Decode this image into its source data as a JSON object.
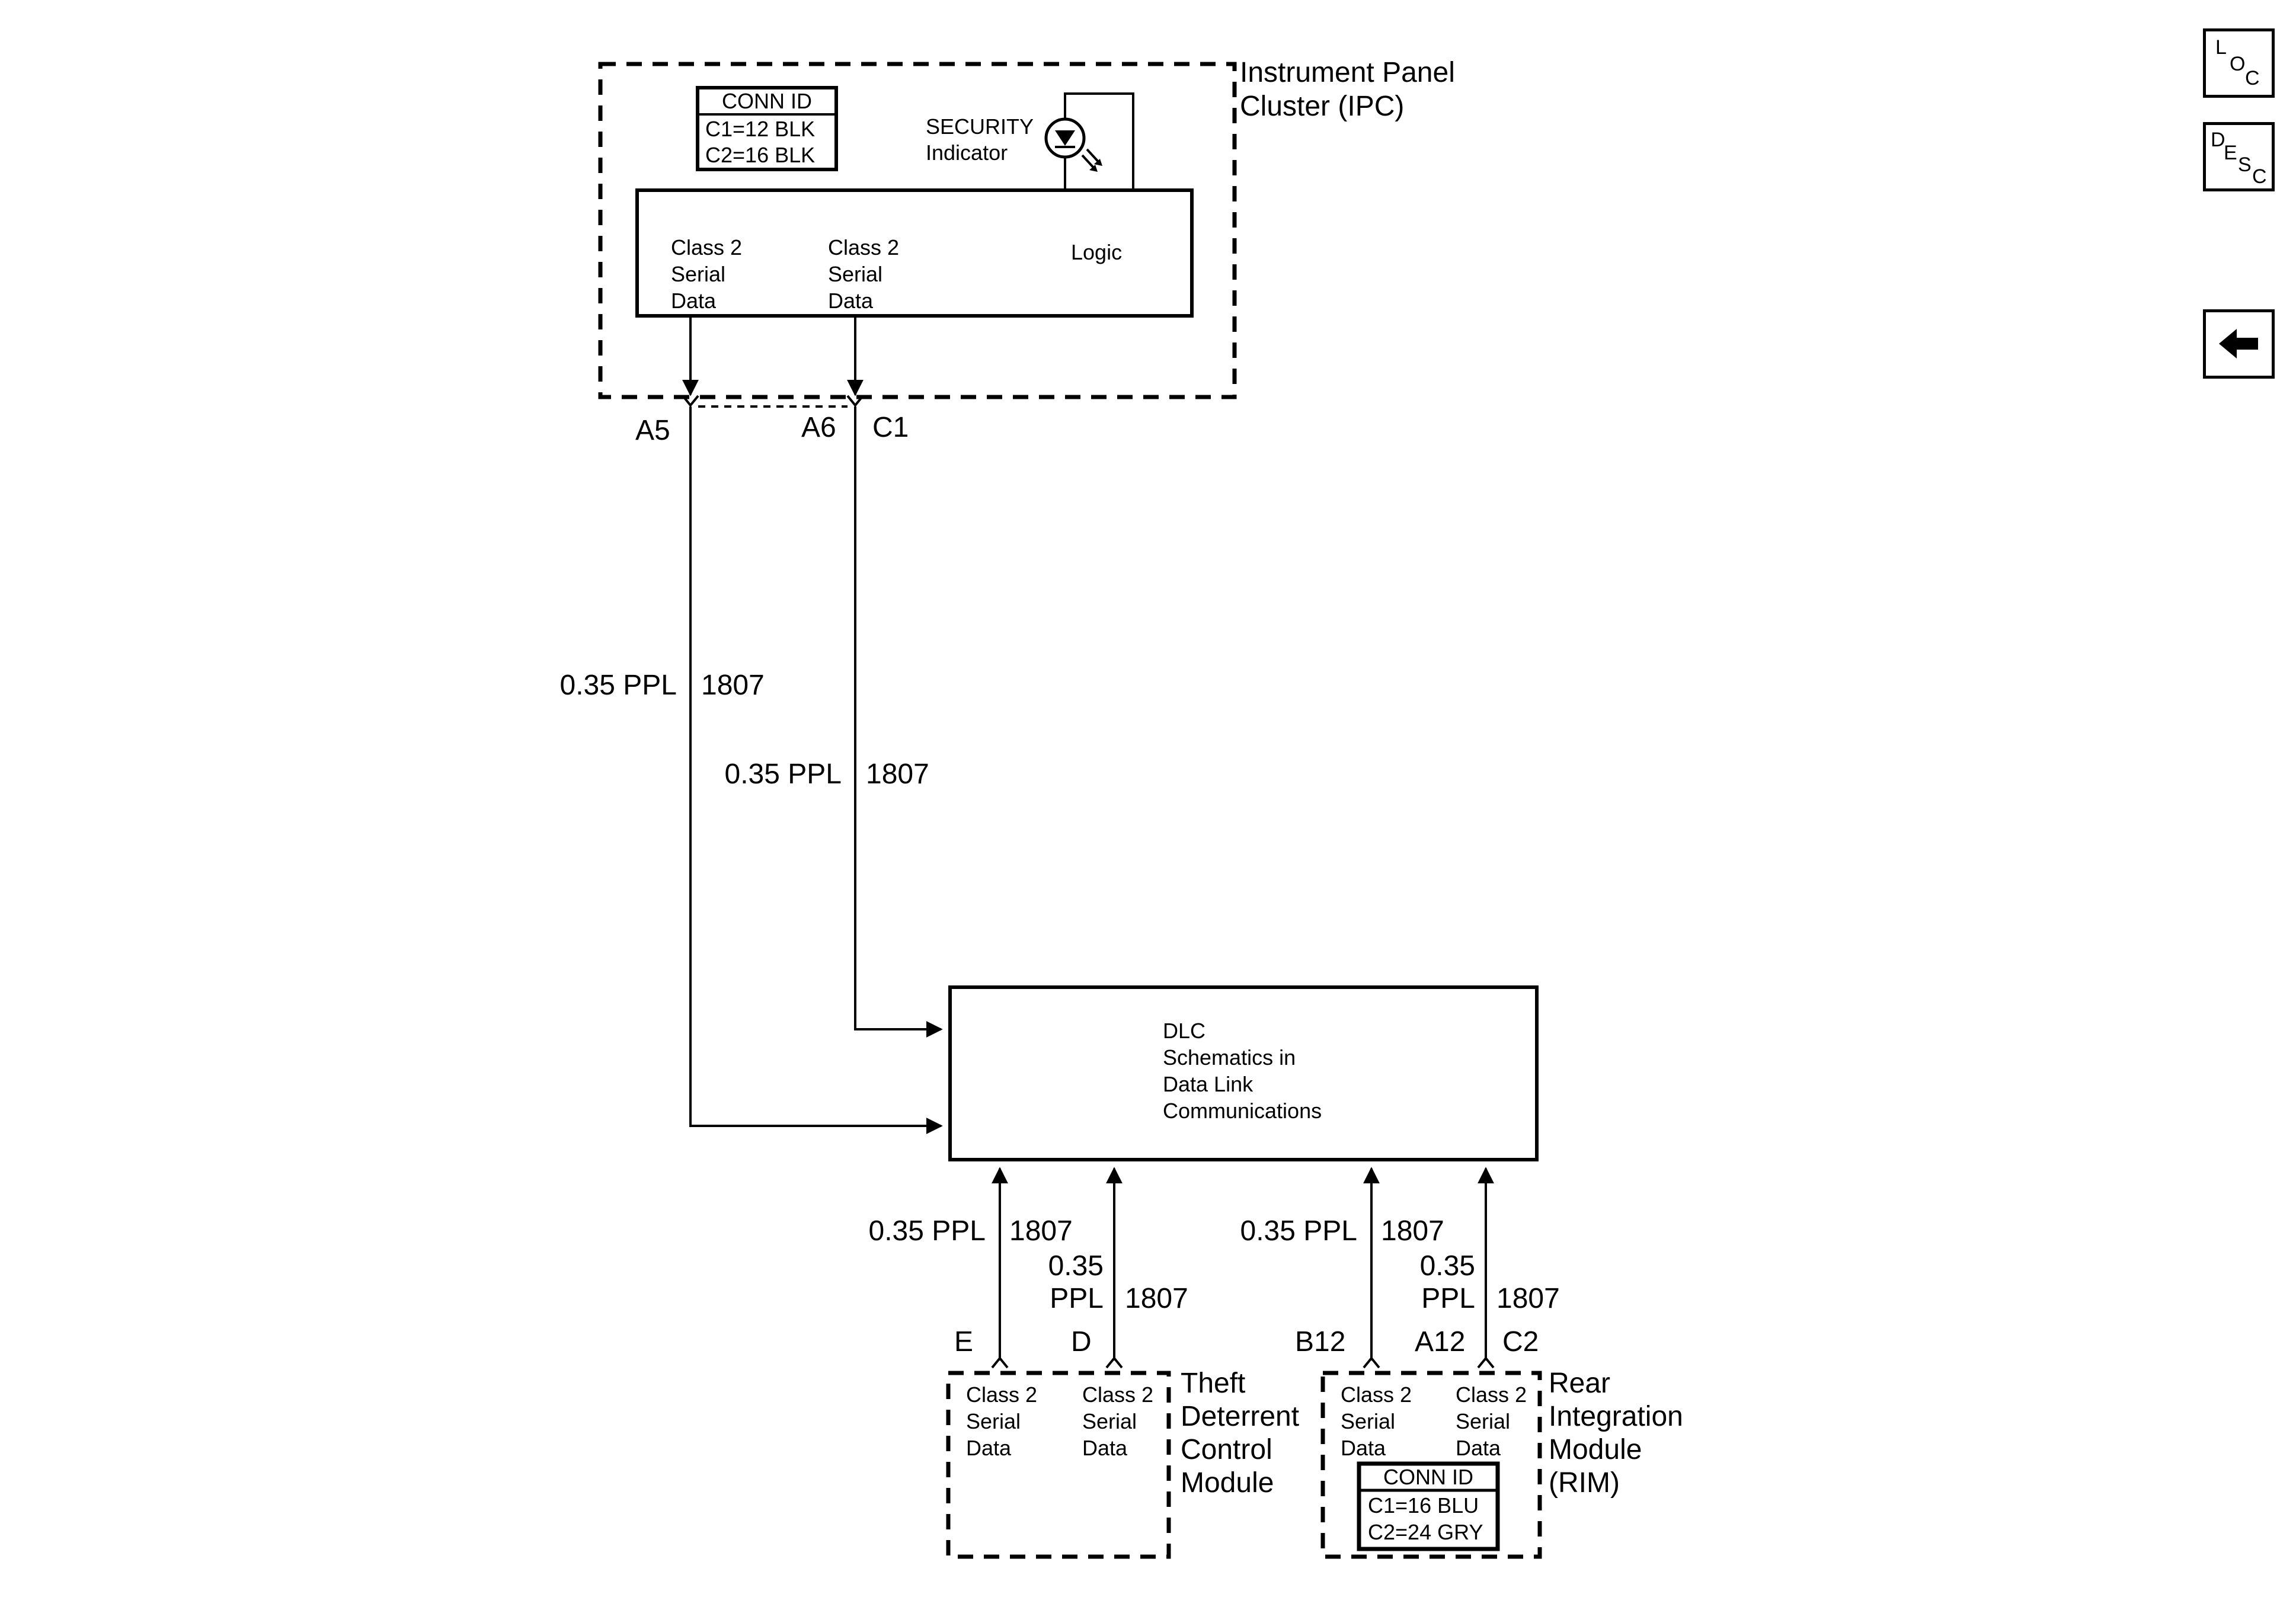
{
  "ipc": {
    "title_line1": "Instrument Panel",
    "title_line2": "Cluster (IPC)",
    "conn_header": "CONN ID",
    "conn_c1": "C1=12 BLK",
    "conn_c2": "C2=16 BLK",
    "security_line1": "SECURITY",
    "security_line2": "Indicator",
    "logic": "Logic",
    "data1": [
      "Class 2",
      "Serial",
      "Data"
    ],
    "data2": [
      "Class 2",
      "Serial",
      "Data"
    ],
    "pin_a5": "A5",
    "pin_a6": "A6",
    "pin_c1": "C1"
  },
  "wires": {
    "w1_gauge": "0.35 PPL",
    "w1_circuit": "1807",
    "w2_gauge": "0.35 PPL",
    "w2_circuit": "1807",
    "w3_gauge": "0.35 PPL",
    "w3_circuit": "1807",
    "w4_gauge_l1": "0.35",
    "w4_gauge_l2": "PPL",
    "w4_circuit": "1807",
    "w5_gauge": "0.35 PPL",
    "w5_circuit": "1807",
    "w6_gauge_l1": "0.35",
    "w6_gauge_l2": "PPL",
    "w6_circuit": "1807"
  },
  "dlc": {
    "lines": [
      "DLC",
      "Schematics in",
      "Data Link",
      "Communications"
    ]
  },
  "theft": {
    "title": [
      "Theft",
      "Deterrent",
      "Control",
      "Module"
    ],
    "pin_e": "E",
    "pin_d": "D",
    "data1": [
      "Class 2",
      "Serial",
      "Data"
    ],
    "data2": [
      "Class 2",
      "Serial",
      "Data"
    ]
  },
  "rim": {
    "title": [
      "Rear",
      "Integration",
      "Module",
      "(RIM)"
    ],
    "pin_b12": "B12",
    "pin_a12": "A12",
    "pin_c2": "C2",
    "data1": [
      "Class 2",
      "Serial",
      "Data"
    ],
    "data2": [
      "Class 2",
      "Serial",
      "Data"
    ],
    "conn_header": "CONN ID",
    "conn_c1": "C1=16 BLU",
    "conn_c2": "C2=24 GRY"
  },
  "nav": {
    "loc": [
      "L",
      "O",
      "C"
    ],
    "desc": [
      "D",
      "E",
      "S",
      "C"
    ]
  },
  "icons": {
    "led": "led-indicator-icon",
    "back": "back-arrow-icon"
  }
}
